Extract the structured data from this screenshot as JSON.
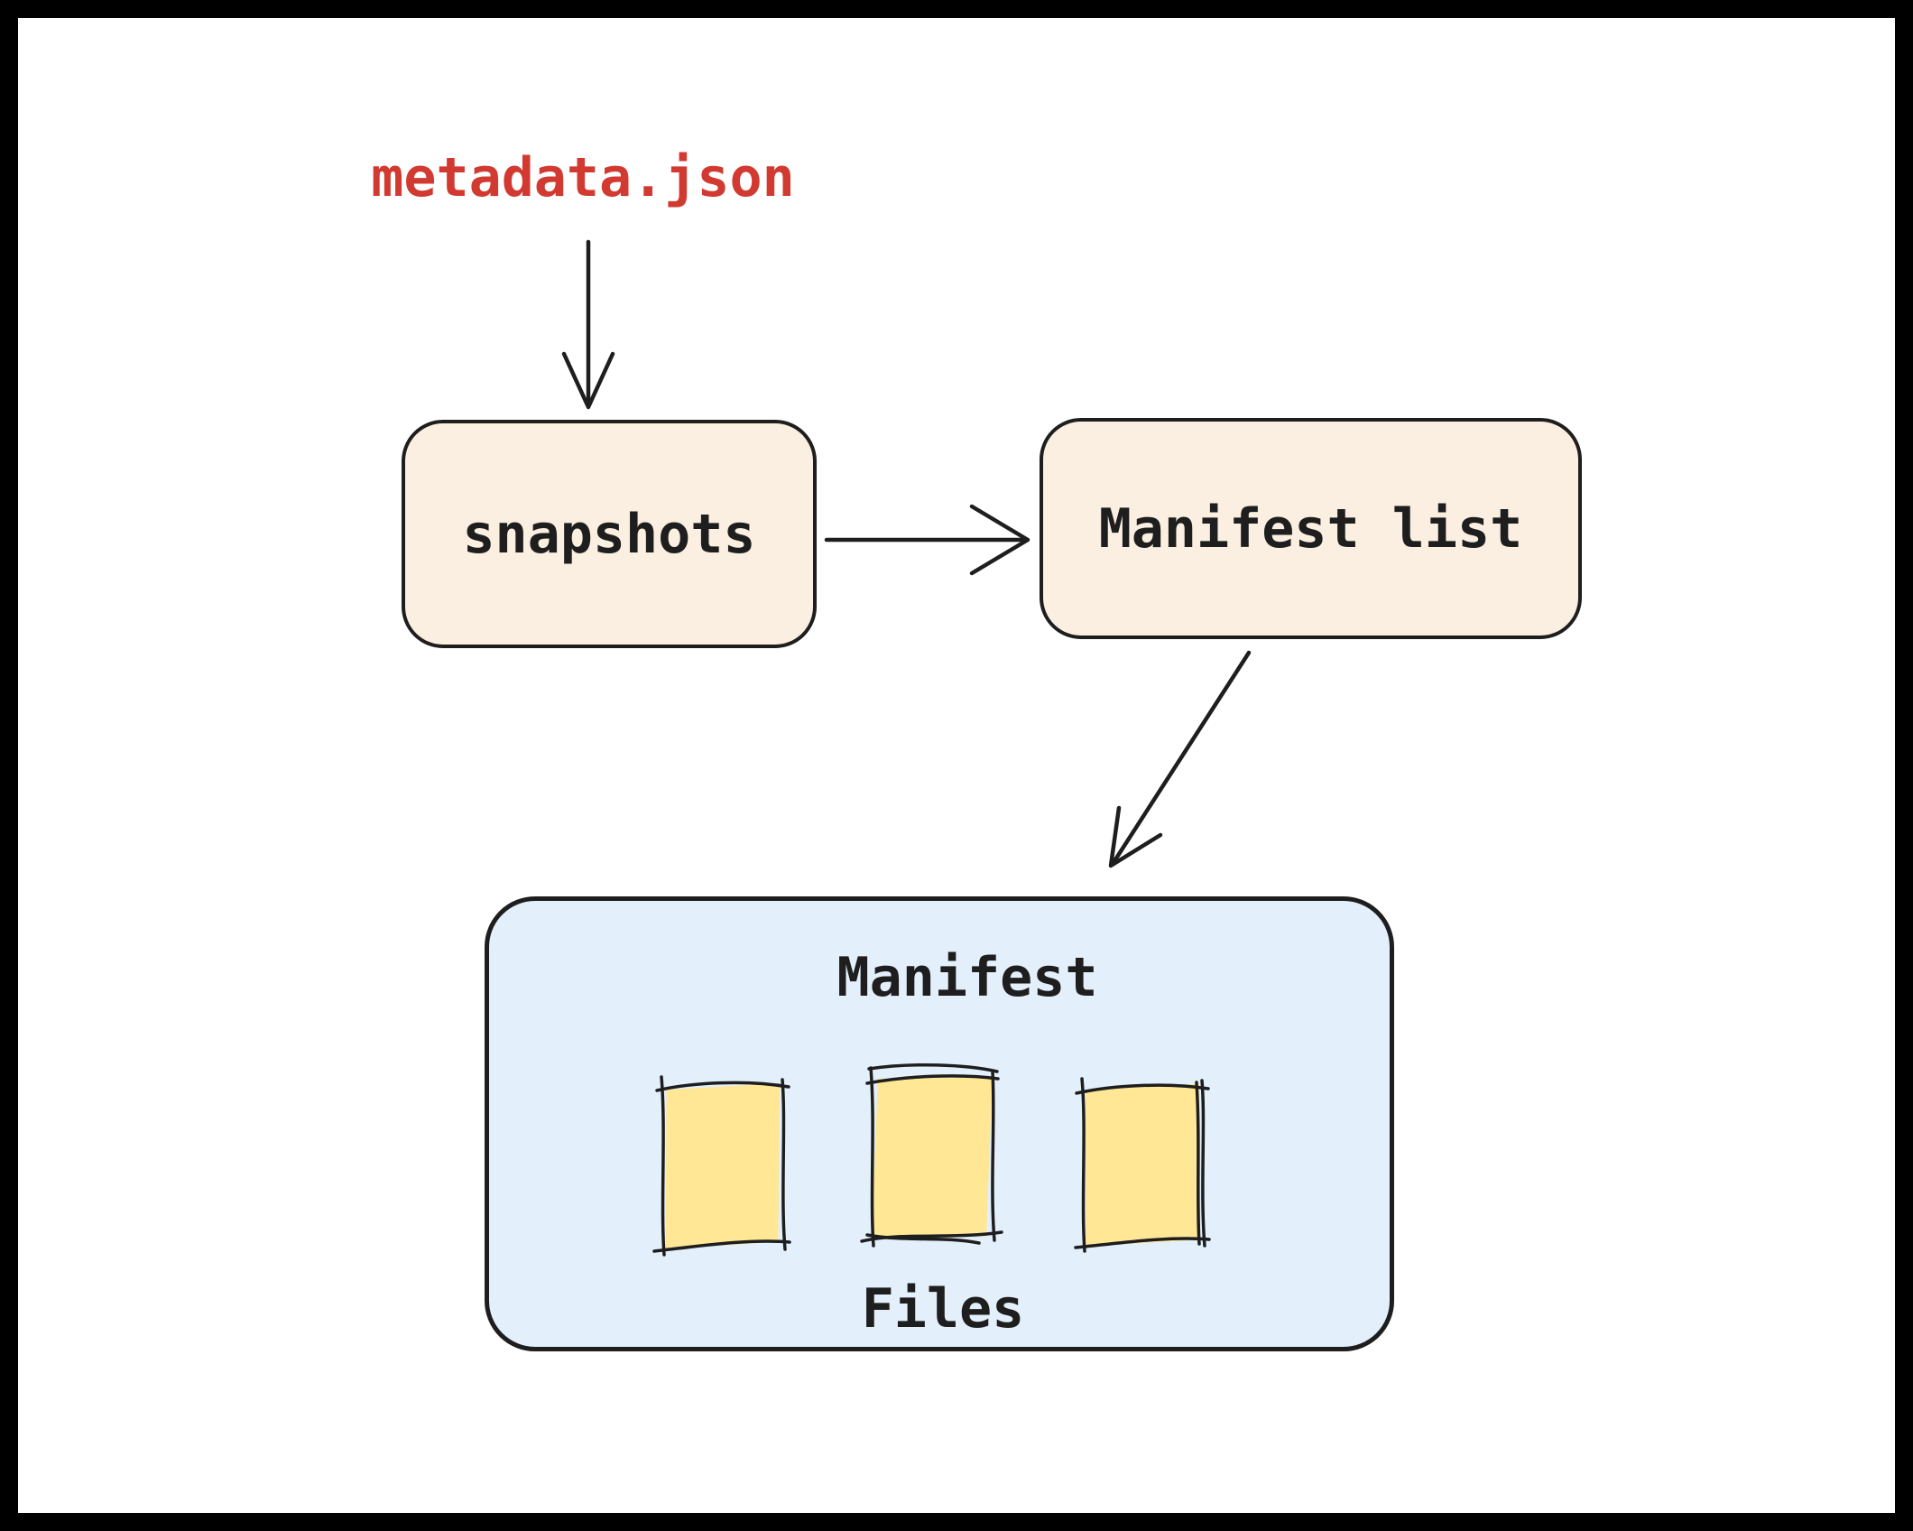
{
  "diagram": {
    "metadata_label": "metadata.json",
    "nodes": {
      "snapshots": {
        "label": "snapshots"
      },
      "manifest_list": {
        "label": "Manifest list"
      }
    },
    "manifest_group": {
      "title": "Manifest",
      "files_label": "Files",
      "file_count": 3
    },
    "edges": [
      {
        "from": "metadata.json",
        "to": "snapshots",
        "direction": "down"
      },
      {
        "from": "snapshots",
        "to": "Manifest list",
        "direction": "right"
      },
      {
        "from": "Manifest list",
        "to": "Manifest",
        "direction": "down-left"
      }
    ],
    "colors": {
      "frame": "#000000",
      "canvas": "#ffffff",
      "stroke": "#1e1e1e",
      "node_fill": "#faefe0",
      "group_fill": "#e3f0fc",
      "file_fill": "#ffe796",
      "metadata_text": "#d23a31"
    }
  }
}
